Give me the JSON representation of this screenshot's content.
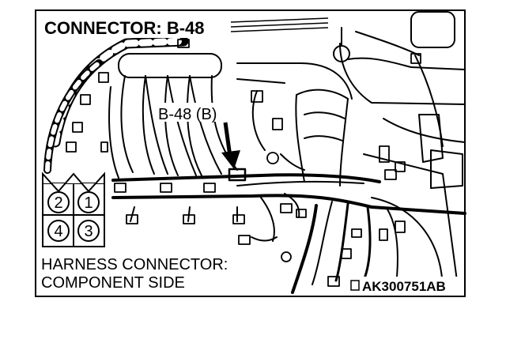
{
  "title": "CONNECTOR: B-48",
  "callout": "B-48 (B)",
  "caption": {
    "line1": "HARNESS CONNECTOR:",
    "line2": "COMPONENT SIDE"
  },
  "figure_code": "AK300751AB",
  "pinout": {
    "pins": [
      "2",
      "1",
      "4",
      "3"
    ]
  }
}
